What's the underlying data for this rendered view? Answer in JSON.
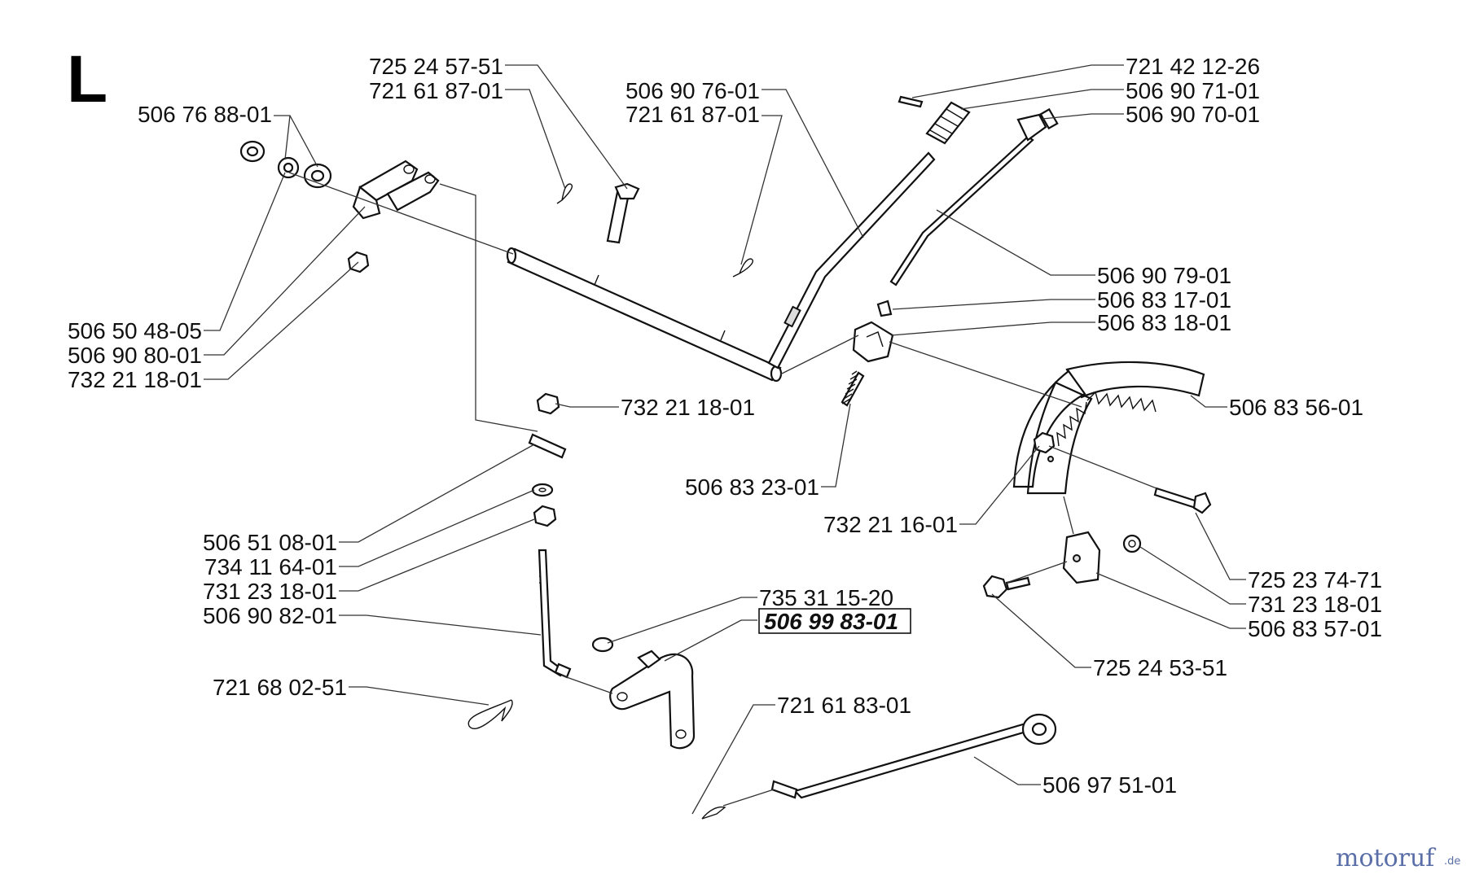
{
  "section_letter": "L",
  "highlighted_part": "506 99 83-01",
  "labels": [
    "725 24 57-51",
    "721 61 87-01",
    "506 90 76-01",
    "721 61 87-01",
    "721 42 12-26",
    "506 90 71-01",
    "506 90 70-01",
    "506 76 88-01",
    "506 90 79-01",
    "506 83 17-01",
    "506 83 18-01",
    "506 50 48-05",
    "506 90 80-01",
    "732 21 18-01",
    "732 21 18-01",
    "506 83 56-01",
    "506 83 23-01",
    "732 21 16-01",
    "506 51 08-01",
    "734 11 64-01",
    "731 23 18-01",
    "506 90 82-01",
    "735 31 15-20",
    "506 99 83-01",
    "725 23 74-71",
    "731 23 18-01",
    "506 83 57-01",
    "725 24 53-51",
    "721 68 02-51",
    "721 61 83-01",
    "506 97 51-01"
  ],
  "watermark": {
    "word": "motoruf",
    "suffix": ".de",
    "color_primary": "#5a6fa8",
    "color_accent": "#c8a030"
  }
}
